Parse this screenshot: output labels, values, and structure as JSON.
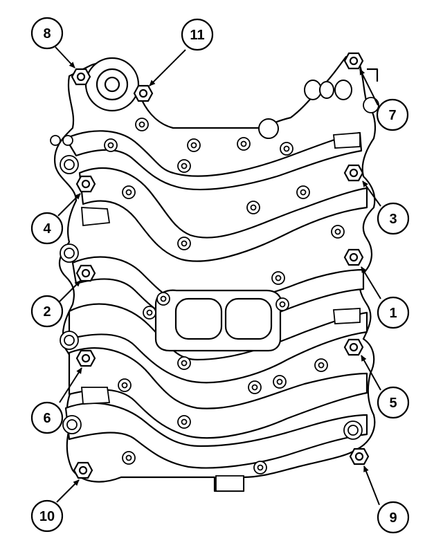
{
  "diagram": {
    "callouts": [
      {
        "id": "c1",
        "label": "8"
      },
      {
        "id": "c2",
        "label": "11"
      },
      {
        "id": "c3",
        "label": "7"
      },
      {
        "id": "c4",
        "label": "4"
      },
      {
        "id": "c5",
        "label": "3"
      },
      {
        "id": "c6",
        "label": "2"
      },
      {
        "id": "c7",
        "label": "1"
      },
      {
        "id": "c8",
        "label": "6"
      },
      {
        "id": "c9",
        "label": "5"
      },
      {
        "id": "c10",
        "label": "10"
      },
      {
        "id": "c11",
        "label": "9"
      }
    ],
    "colors": {
      "line": "#000000",
      "background": "#ffffff"
    }
  }
}
